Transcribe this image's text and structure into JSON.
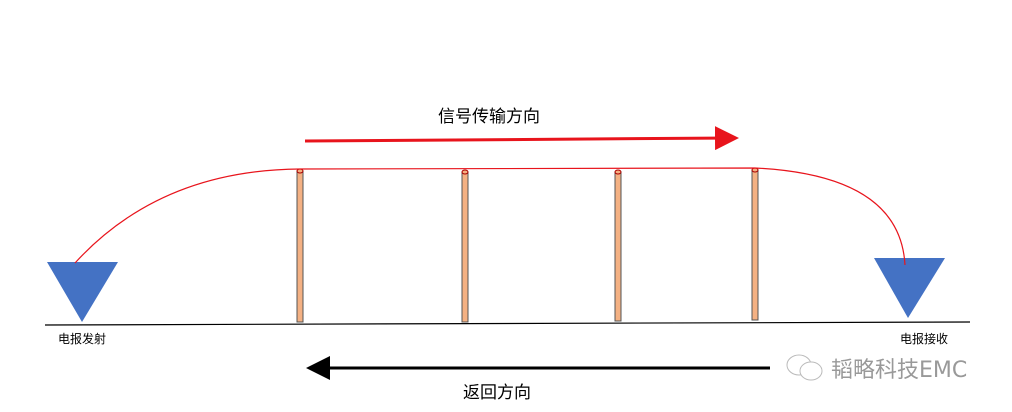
{
  "labels": {
    "signal_direction": "信号传输方向",
    "return_direction": "返回方向",
    "transmitter": "电报发射",
    "receiver": "电报接收"
  },
  "watermark": {
    "icon": "wechat-icon",
    "text": "韬略科技EMC"
  },
  "colors": {
    "signal": "#e8141c",
    "return": "#000000",
    "station": "#4472c4",
    "pole": "#f4b183"
  }
}
